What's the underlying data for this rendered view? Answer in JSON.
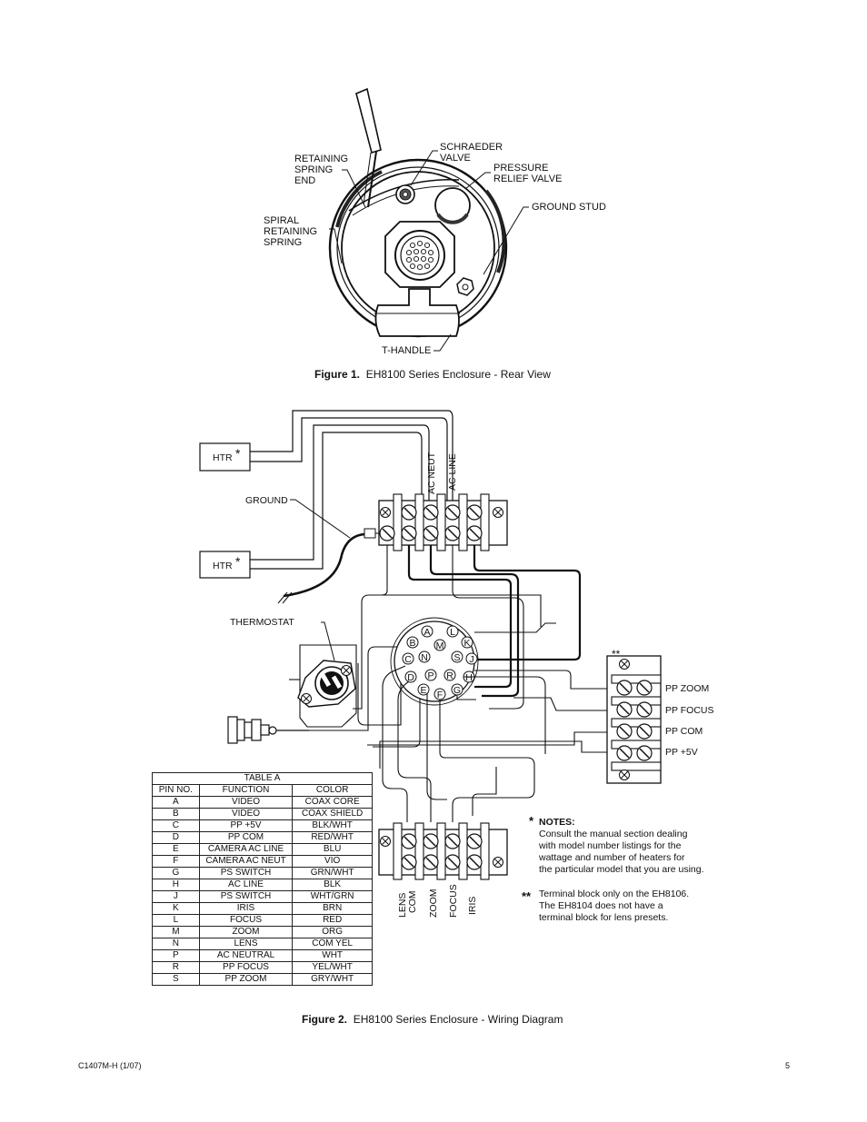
{
  "figure1": {
    "labels": {
      "retaining_spring_end": [
        "RETAINING",
        "SPRING",
        "END"
      ],
      "schraeder_valve": [
        "SCHRAEDER",
        "VALVE"
      ],
      "pressure_relief_valve": [
        "PRESSURE",
        "RELIEF VALVE"
      ],
      "ground_stud": "GROUND STUD",
      "spiral_retaining_spring": [
        "SPIRAL",
        "RETAINING",
        "SPRING"
      ],
      "t_handle": "T-HANDLE"
    },
    "caption_bold": "Figure 1.",
    "caption_text": "EH8100 Series Enclosure - Rear View"
  },
  "figure2": {
    "labels": {
      "htr_top": "HTR",
      "htr_bottom": "HTR",
      "htr_star": "*",
      "ground": "GROUND",
      "thermostat": "THERMOSTAT",
      "ac_neut": "AC NEUT",
      "ac_line": "AC LINE",
      "pp_zoom": "PP ZOOM",
      "pp_focus": "PP FOCUS",
      "pp_com": "PP COM",
      "pp_5v": "PP +5V",
      "double_star": "**",
      "lens_com": [
        "LENS",
        "COM"
      ],
      "zoom": "ZOOM",
      "focus": "FOCUS",
      "iris": "IRIS"
    },
    "connector_pins": [
      "A",
      "B",
      "C",
      "D",
      "E",
      "F",
      "G",
      "H",
      "J",
      "K",
      "L",
      "M",
      "N",
      "P",
      "R",
      "S"
    ],
    "table": {
      "title": "TABLE A",
      "headers": [
        "PIN NO.",
        "FUNCTION",
        "COLOR"
      ],
      "rows": [
        [
          "A",
          "VIDEO",
          "COAX CORE"
        ],
        [
          "B",
          "VIDEO",
          "COAX SHIELD"
        ],
        [
          "C",
          "PP  +5V",
          "BLK/WHT"
        ],
        [
          "D",
          "PP COM",
          "RED/WHT"
        ],
        [
          "E",
          "CAMERA  AC LINE",
          "BLU"
        ],
        [
          "F",
          "CAMERA  AC NEUT",
          "VIO"
        ],
        [
          "G",
          "PS  SWITCH",
          "GRN/WHT"
        ],
        [
          "H",
          "AC LINE",
          "BLK"
        ],
        [
          "J",
          "PS  SWITCH",
          "WHT/GRN"
        ],
        [
          "K",
          "IRIS",
          "BRN"
        ],
        [
          "L",
          "FOCUS",
          "RED"
        ],
        [
          "M",
          "ZOOM",
          "ORG"
        ],
        [
          "N",
          "LENS",
          "COM YEL"
        ],
        [
          "P",
          "AC NEUTRAL",
          "WHT"
        ],
        [
          "R",
          "PP  FOCUS",
          "YEL/WHT"
        ],
        [
          "S",
          "PP  ZOOM",
          "GRY/WHT"
        ]
      ]
    },
    "notes": {
      "star1": "*",
      "title": "NOTES:",
      "note1": [
        "Consult the manual section dealing",
        "with model number listings for the",
        "wattage and number of heaters for",
        "the particular model that you are using."
      ],
      "star2": "**",
      "note2": [
        "Terminal block only on the EH8106.",
        "The EH8104 does not have a",
        "terminal block for lens presets."
      ]
    },
    "caption_bold": "Figure 2.",
    "caption_text": "EH8100 Series Enclosure - Wiring Diagram"
  },
  "footer": {
    "doc_id": "C1407M-H  (1/07)",
    "page_number": "5"
  }
}
